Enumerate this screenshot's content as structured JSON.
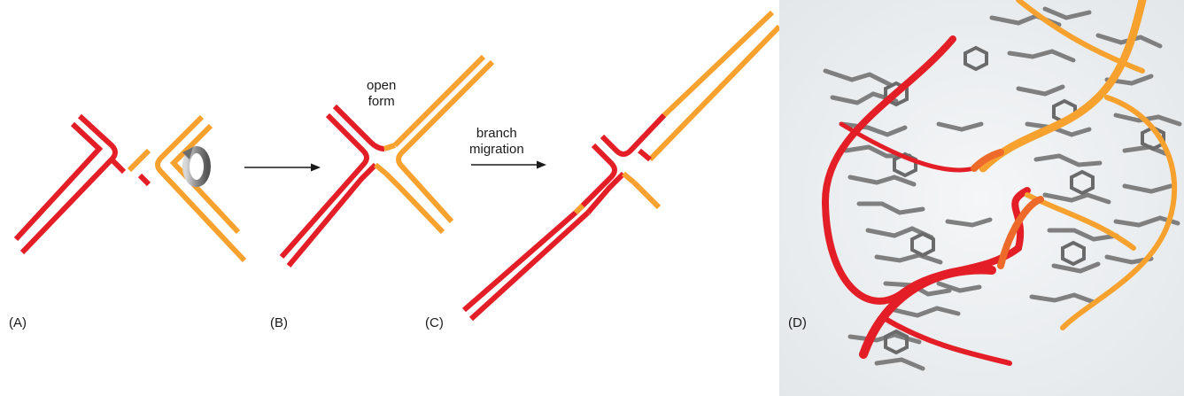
{
  "panels": [
    {
      "id": "A",
      "label": "(A)"
    },
    {
      "id": "B",
      "label": "(B)"
    },
    {
      "id": "C",
      "label": "(C)"
    },
    {
      "id": "D",
      "label": "(D)"
    }
  ],
  "annotations": {
    "open_form": {
      "line1": "open",
      "line2": "form"
    },
    "branch_migration": {
      "line1": "branch",
      "line2": "migration"
    }
  },
  "colors": {
    "red_strand": "#e41e26",
    "orange_strand": "#f7a12f",
    "structure_grey": "#7f7f7f",
    "structure_bg": "#eef1f3",
    "arrow": "#1a1a1a"
  },
  "icons": [
    "rotation-arrow-icon",
    "reaction-arrow-icon"
  ]
}
